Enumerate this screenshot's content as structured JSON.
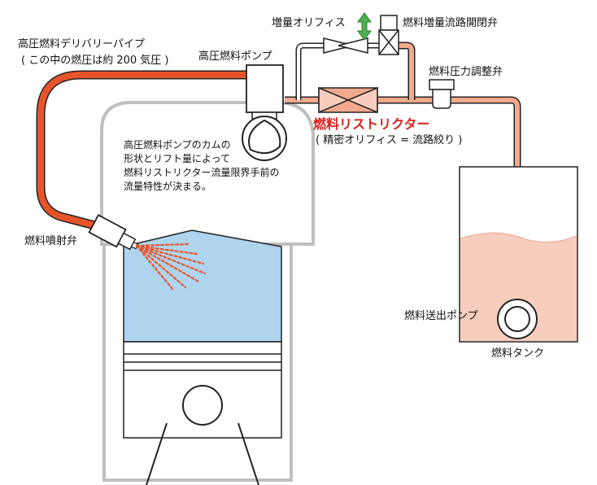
{
  "labels": {
    "delivery_pipe": "高圧燃料デリバリーパイプ",
    "delivery_pipe_note": "( この中の燃圧は約 200 気圧 )",
    "hp_pump": "高圧燃料ポンプ",
    "increase_orifice": "増量オリフィス",
    "increase_valve": "燃料増量流路開閉弁",
    "regulator": "燃料圧力調整弁",
    "restrictor": "燃料リストリクター",
    "restrictor_note": "( 精密オリフィス = 流路絞り )",
    "note_line1": "高圧燃料ポンプのカムの",
    "note_line2": "形状とリフト量によって",
    "note_line3": "燃料リストリクター流量限界手前の",
    "note_line4": "流量特性が決まる。",
    "injector": "燃料噴射弁",
    "feed_pump": "燃料送出ポンプ",
    "tank": "燃料タンク"
  },
  "colors": {
    "high_pressure_pipe": "#e8542a",
    "low_pressure_pipe": "#f2a98c",
    "fuel": "#f7cdbd",
    "cylinder": "#aed4ee",
    "accent_red": "#d8221e",
    "arrow_green": "#4caf50",
    "engine_outline": "#bfbfbf"
  }
}
